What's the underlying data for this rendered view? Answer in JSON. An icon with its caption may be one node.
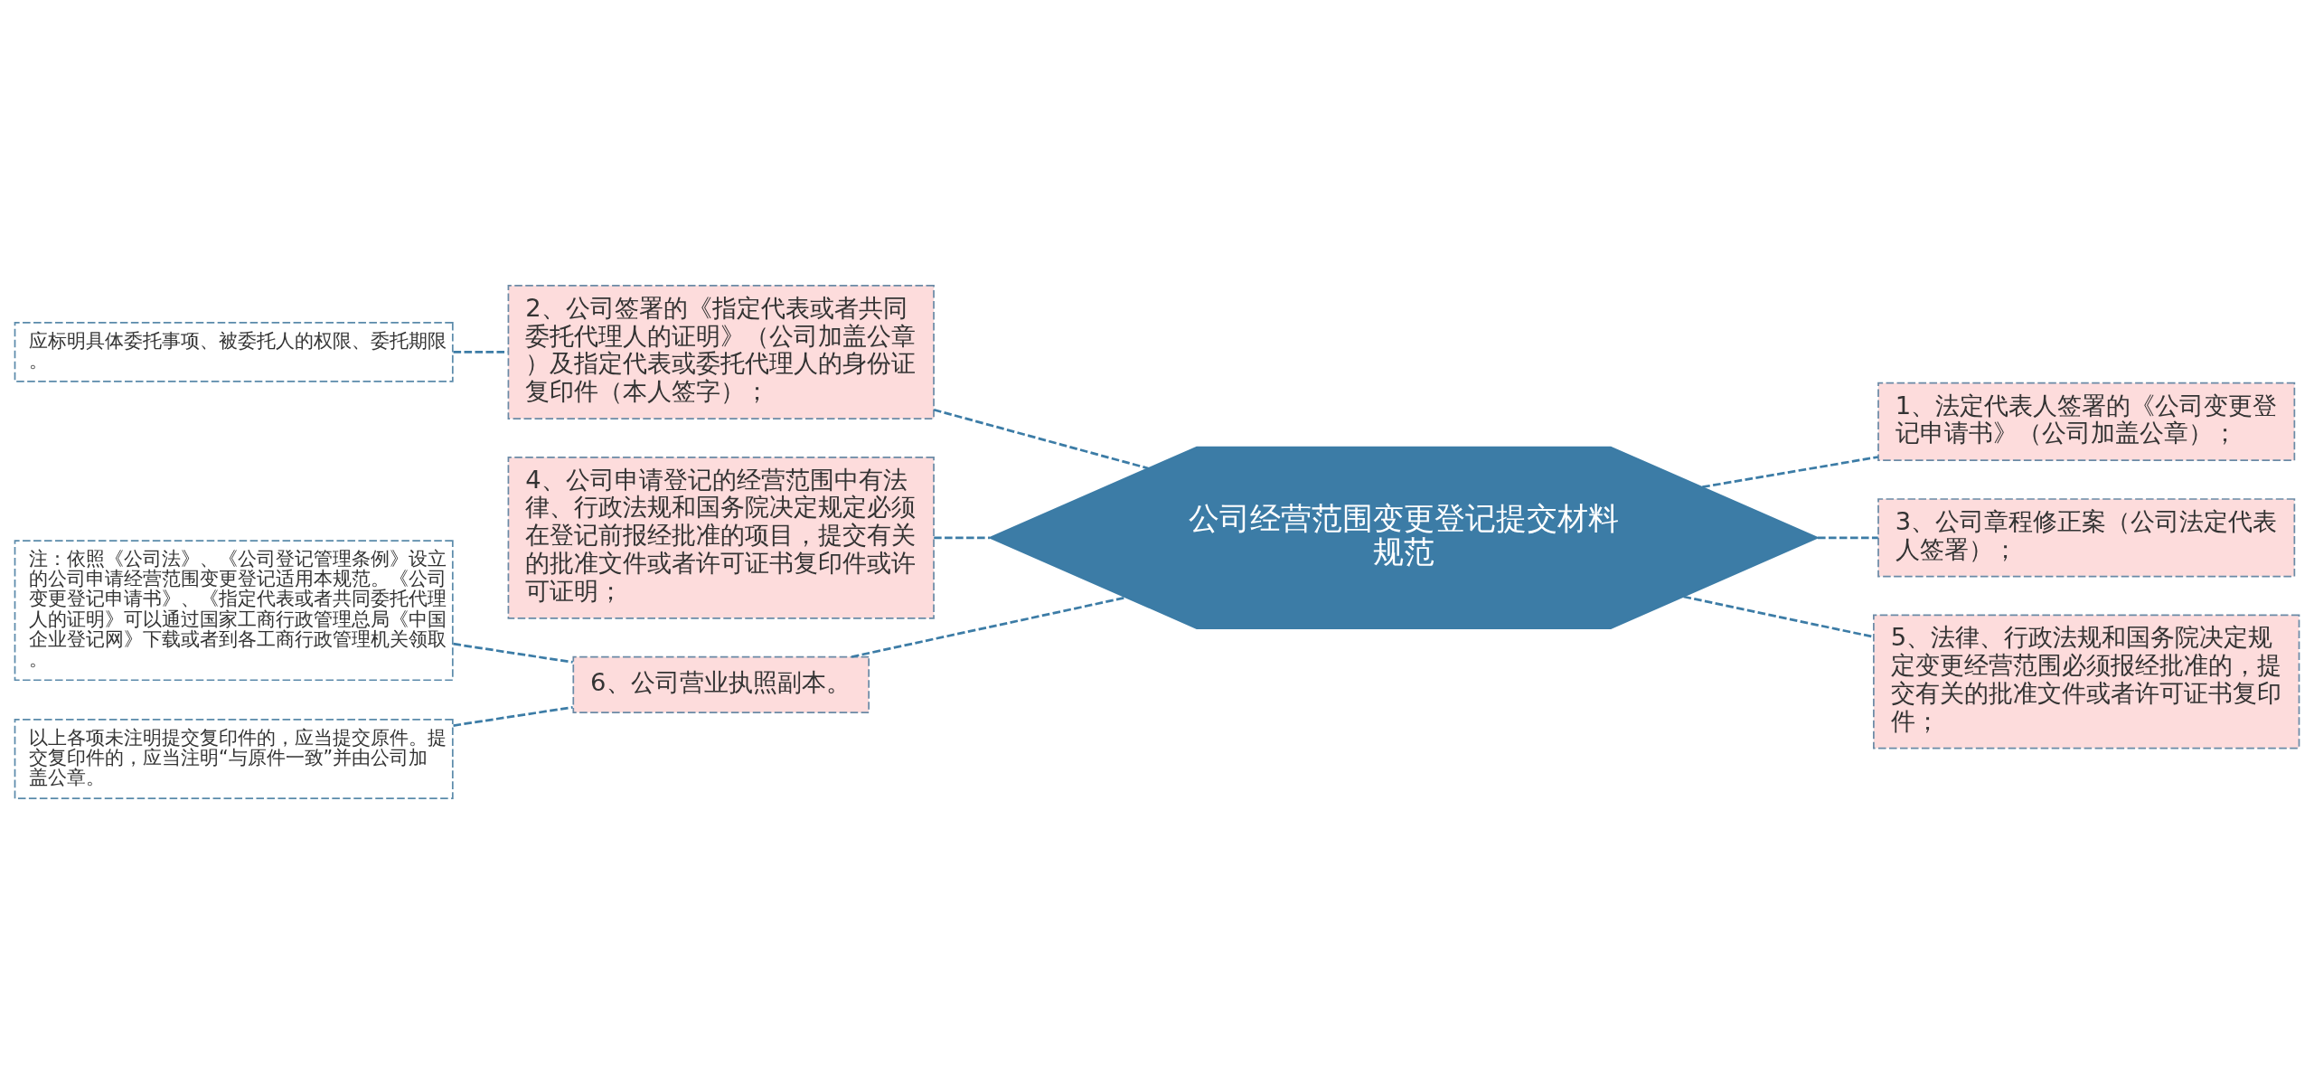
{
  "diagram": {
    "nodes": [
      {
        "text": [
          "公司经营范围变更登记提交材料规范"
        ]
      },
      {
        "text": [
          "2、公司签署的《指定代表或者共同委托代理人的证明》（公司加盖公章）及指定代表或委托代理人的身份证复印件（本人签字）；"
        ]
      },
      {
        "text": [
          "应标明具体委托事项、被委托人的权限、委托期限。"
        ]
      },
      {
        "text": [
          "4、公司申请登记的经营范围中有法律、行政法规和国务院决定规定必须在登记前报经批准的项目，提交有关的批准文件或者许可证书复印件或许可证明；"
        ]
      },
      {
        "text": [
          "注：依照《公司法》、《公司登记管理条例》设立的公司申请经营范围变更登记适用本规范。《公司变更登记申请书》、《指定代表或者共同委托代理人的证明》可以通过国家工商行政管理总局《中国企业登记网》下载或者到各工商行政管理机关领取。"
        ]
      },
      {
        "text": [
          "6、公司营业执照副本。"
        ]
      },
      {
        "text": [
          "以上各项未注明提交复印件的，应当提交原件。提交复印件的，应当注明“与原件一致”并由公司加盖公章。"
        ]
      },
      {
        "text": [
          "1、法定代表人签署的《公司变更登记申请书》（公司加盖公章）；"
        ]
      },
      {
        "text": [
          "3、公司章程修正案（公司法定代表人签署）；"
        ]
      },
      {
        "text": [
          "5、法律、行政法规和国务院决定规定变更经营范围必须报经批准的，提交有关的批准文件或者许可证书复印件；"
        ]
      }
    ],
    "edges": [
      {
        "from": 0,
        "to": 1,
        "arrow": "none",
        "style": "dashed"
      },
      {
        "from": 1,
        "to": 2,
        "arrow": "none",
        "style": "dashed"
      },
      {
        "from": 0,
        "to": 3,
        "arrow": "none",
        "style": "dashed"
      },
      {
        "from": 0,
        "to": 5,
        "arrow": "none",
        "style": "dashed"
      },
      {
        "from": 5,
        "to": 4,
        "arrow": "none",
        "style": "dashed"
      },
      {
        "from": 5,
        "to": 6,
        "arrow": "none",
        "style": "dashed"
      },
      {
        "from": 0,
        "to": 7,
        "arrow": "none",
        "style": "dashed"
      },
      {
        "from": 0,
        "to": 8,
        "arrow": "none",
        "style": "dashed"
      },
      {
        "from": 0,
        "to": 9,
        "arrow": "none",
        "style": "dashed"
      }
    ]
  }
}
